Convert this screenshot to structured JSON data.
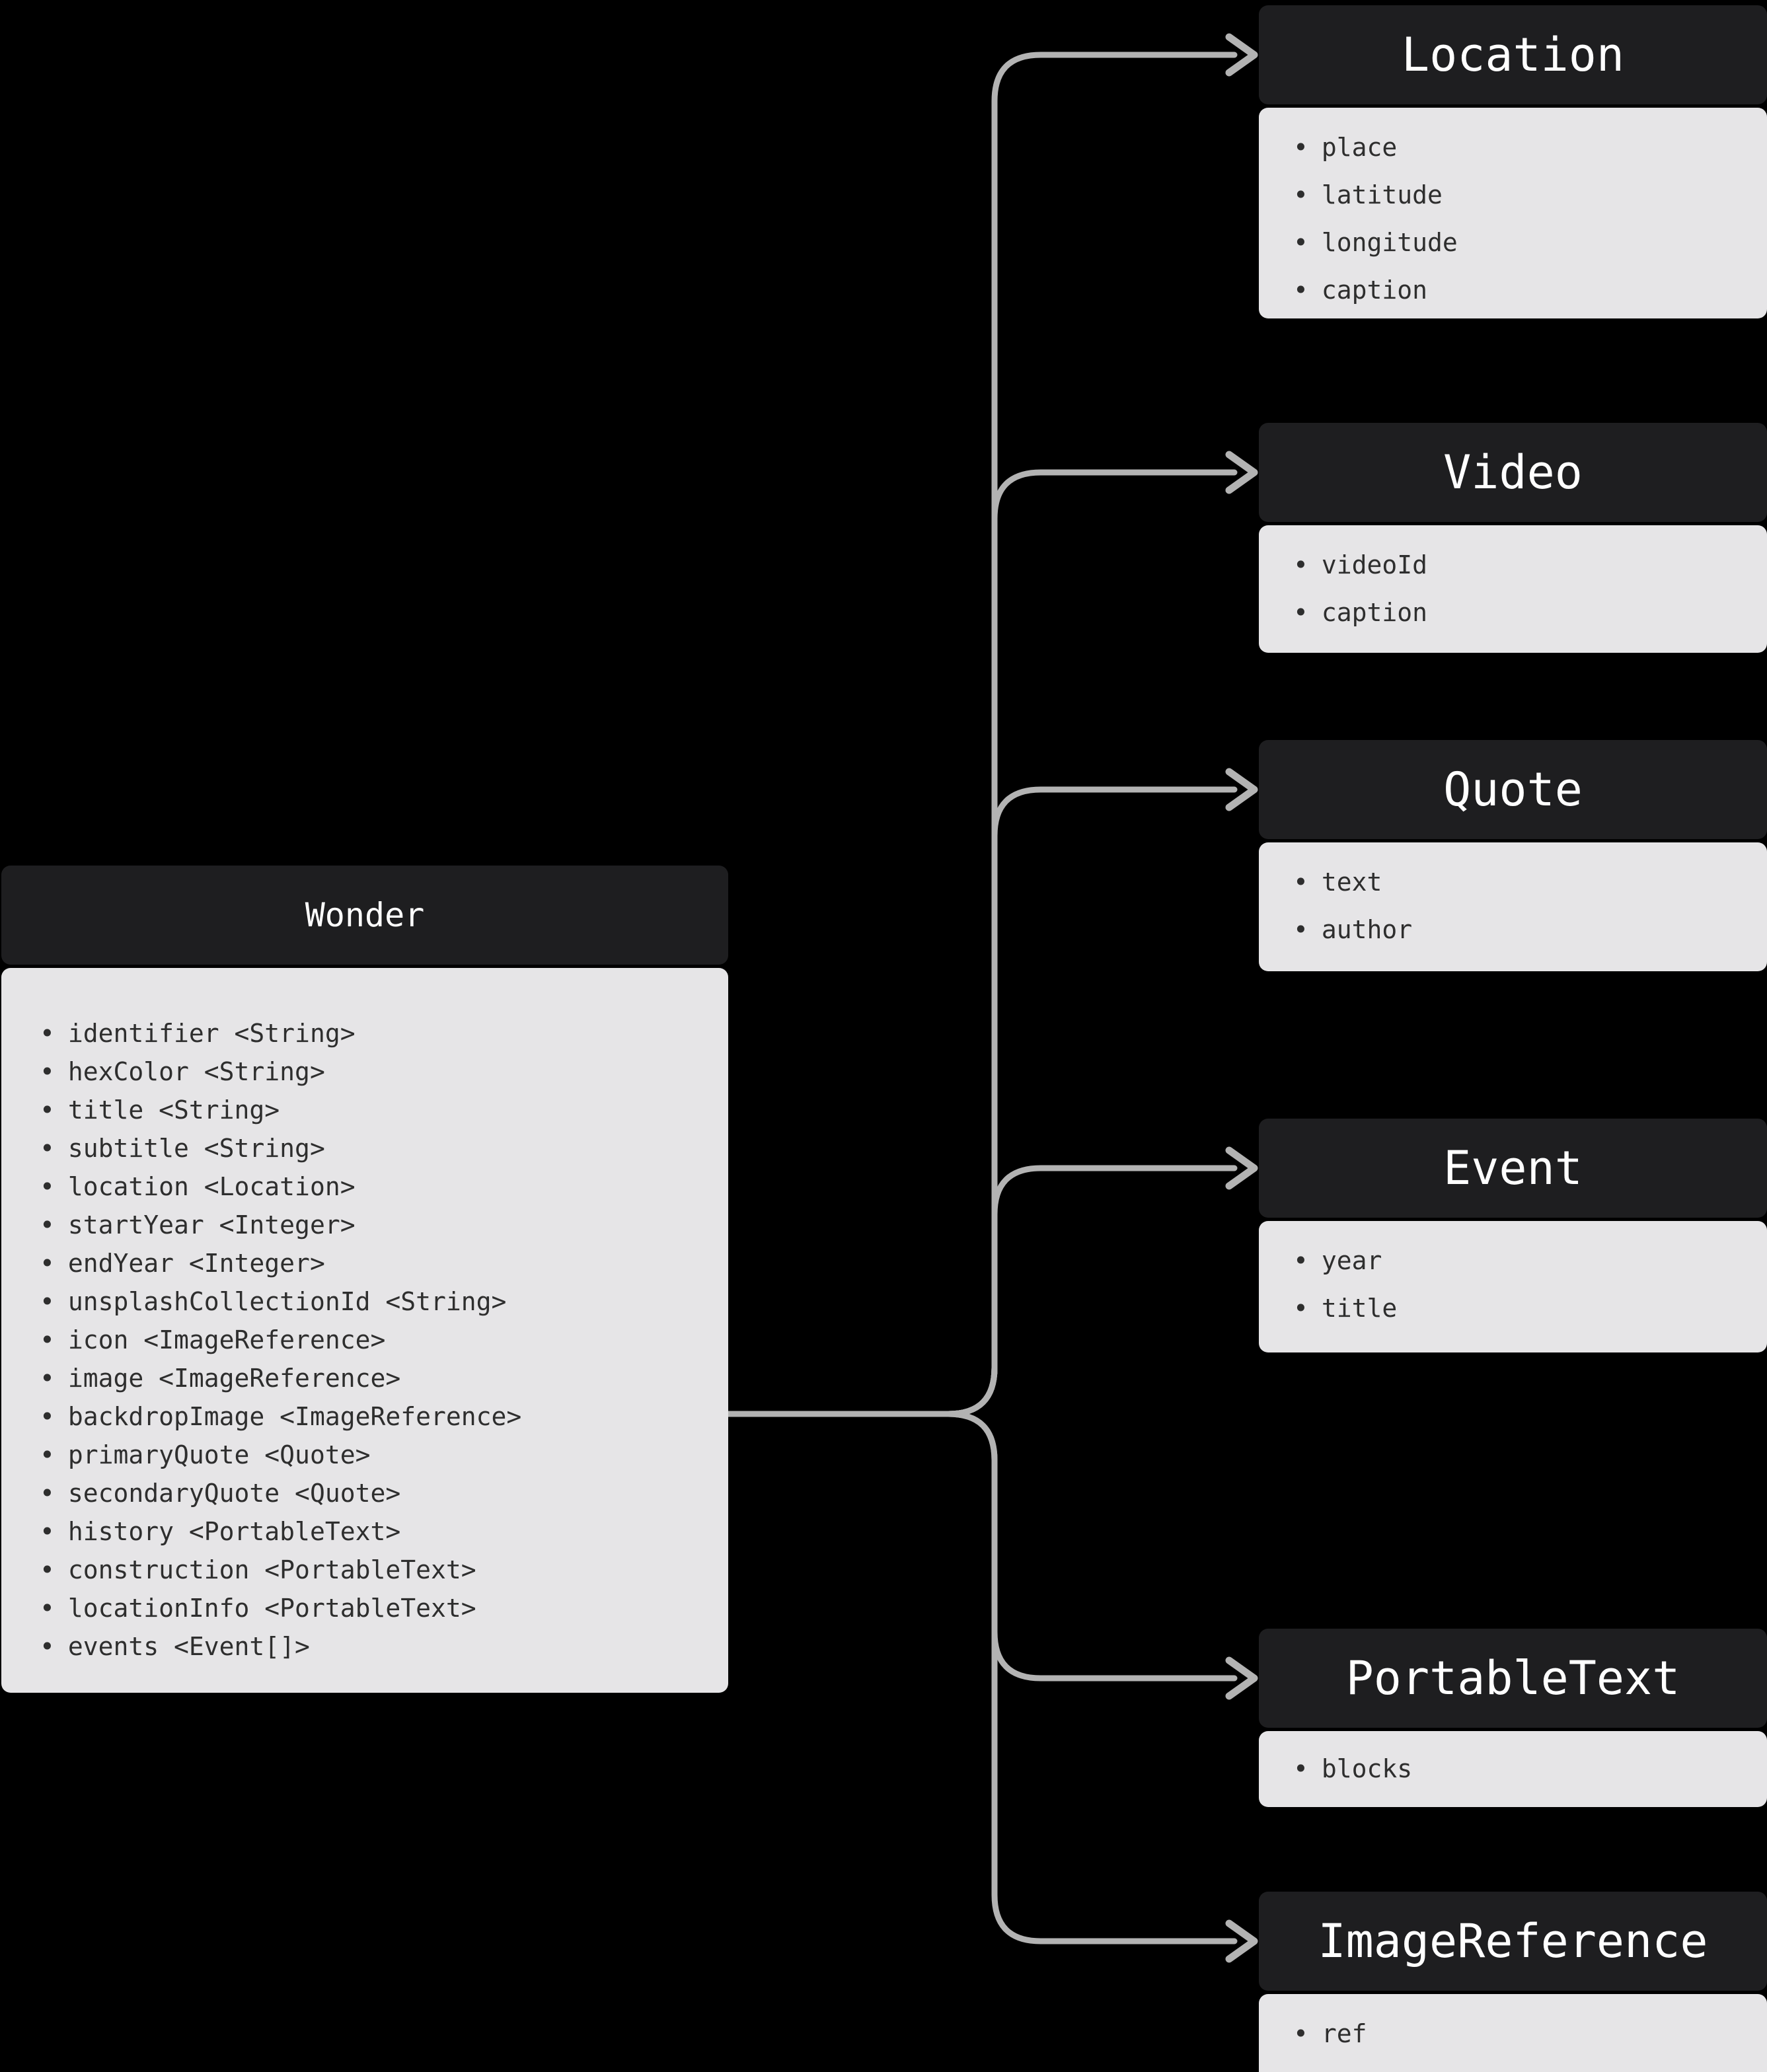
{
  "diagram": {
    "source_entity": {
      "title": "Wonder",
      "fields": [
        "identifier <String>",
        "hexColor <String>",
        "title <String>",
        "subtitle <String>",
        "location <Location>",
        "startYear <Integer>",
        "endYear <Integer>",
        "unsplashCollectionId <String>",
        "icon <ImageReference>",
        "image <ImageReference>",
        "backdropImage <ImageReference>",
        "primaryQuote <Quote>",
        "secondaryQuote <Quote>",
        "history <PortableText>",
        "construction <PortableText>",
        "locationInfo <PortableText>",
        "events <Event[]>"
      ]
    },
    "target_entities": [
      {
        "title": "Location",
        "fields": [
          "place",
          "latitude",
          "longitude",
          "caption"
        ]
      },
      {
        "title": "Video",
        "fields": [
          "videoId",
          "caption"
        ]
      },
      {
        "title": "Quote",
        "fields": [
          "text",
          "author"
        ]
      },
      {
        "title": "Event",
        "fields": [
          "year",
          "title"
        ]
      },
      {
        "title": "PortableText",
        "fields": [
          "blocks"
        ]
      },
      {
        "title": "ImageReference",
        "fields": [
          "ref"
        ]
      }
    ],
    "colors": {
      "background": "#000000",
      "header_fill": "#1e1e20",
      "body_fill": "#e6e5e7",
      "header_text": "#ffffff",
      "body_text": "#2e2e2e",
      "connector": "#b3b3b3"
    }
  }
}
